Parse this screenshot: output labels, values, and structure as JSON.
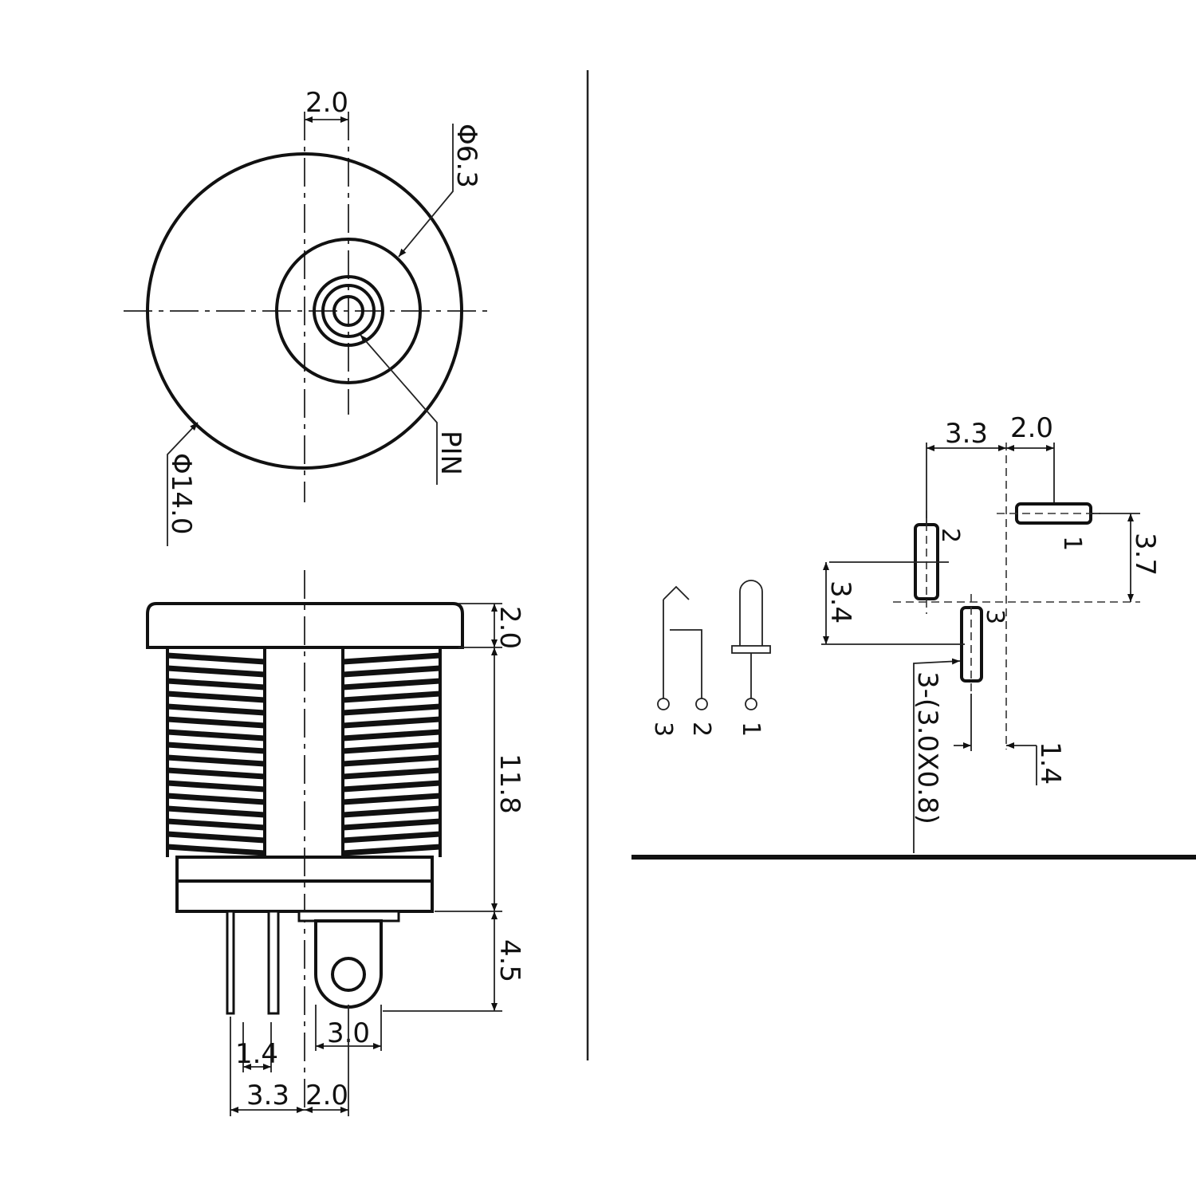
{
  "front_view": {
    "dim_pin_spacing": "2.0",
    "dim_inner_diameter": "Φ6.3",
    "dim_outer_diameter": "Φ14.0",
    "pin_label": "PIN"
  },
  "side_view": {
    "dim_flange_height": "2.0",
    "dim_thread_length": "11.8",
    "dim_terminal_length": "4.5",
    "dim_lug_width": "3.0",
    "dim_pin_width": "1.4",
    "dim_offset_a": "3.3",
    "dim_offset_b": "2.0"
  },
  "pcb_footprint": {
    "dim_pad_x_offset": "3.3",
    "dim_pad_spacing": "2.0",
    "dim_pad1_height": "3.7",
    "dim_pad2_height": "3.4",
    "dim_slot_size": "3-(3.0X0.8)",
    "dim_pad_width": "1.4",
    "pad_label_1": "1",
    "pad_label_2": "2",
    "pad_label_3": "3"
  },
  "schematic": {
    "terminal_1": "1",
    "terminal_2": "2",
    "terminal_3": "3"
  }
}
